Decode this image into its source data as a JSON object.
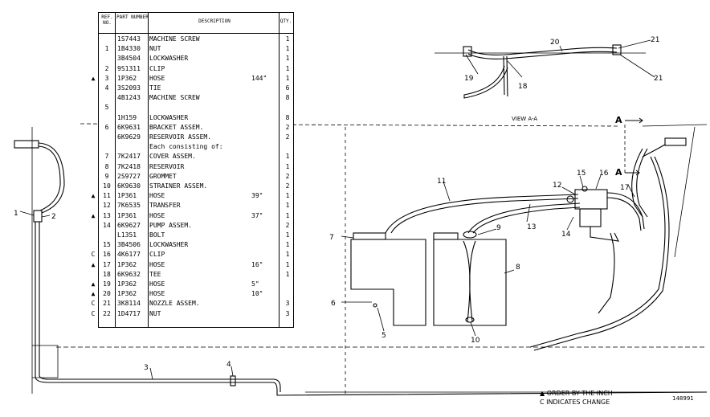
{
  "table": {
    "headers": {
      "ref": "REF. NO.",
      "part": "PART NUMBER",
      "desc": "DESCRIPTION",
      "qty": "QTY."
    },
    "rows": [
      {
        "mark": "",
        "ref": "",
        "part": "1S7443",
        "desc": "MACHINE SCREW",
        "qty": "1"
      },
      {
        "mark": "",
        "ref": "1",
        "part": "1B4330",
        "desc": "NUT",
        "qty": "1"
      },
      {
        "mark": "",
        "ref": "",
        "part": "3B4504",
        "desc": "LOCKWASHER",
        "qty": "1"
      },
      {
        "mark": "",
        "ref": "2",
        "part": "9S1311",
        "desc": "CLIP",
        "qty": "1"
      },
      {
        "mark": "▲",
        "ref": "3",
        "part": "1P362",
        "desc": "HOSE",
        "len": "144\"",
        "qty": "1"
      },
      {
        "mark": "",
        "ref": "4",
        "part": "3S2093",
        "desc": "TIE",
        "qty": "6"
      },
      {
        "mark": "",
        "ref": "",
        "part": "4B1243",
        "desc": "MACHINE SCREW",
        "qty": "8"
      },
      {
        "mark": "",
        "ref": "5",
        "part": "",
        "desc": "",
        "qty": ""
      },
      {
        "mark": "",
        "ref": "",
        "part": "1H159",
        "desc": "LOCKWASHER",
        "qty": "8"
      },
      {
        "mark": "",
        "ref": "6",
        "part": "6K9631",
        "desc": "BRACKET ASSEM.",
        "qty": "2"
      },
      {
        "mark": "",
        "ref": "",
        "part": "6K9629",
        "desc": "RESERVOIR ASSEM.",
        "qty": "2"
      },
      {
        "mark": "",
        "ref": "",
        "part": "",
        "desc": "Each consisting of:",
        "qty": ""
      },
      {
        "mark": "",
        "ref": "7",
        "part": "7K2417",
        "desc": "COVER ASSEM.",
        "qty": "1"
      },
      {
        "mark": "",
        "ref": "8",
        "part": "7K2418",
        "desc": "RESERVOIR",
        "qty": "1"
      },
      {
        "mark": "",
        "ref": "9",
        "part": "2S9727",
        "desc": "GROMMET",
        "qty": "2"
      },
      {
        "mark": "",
        "ref": "10",
        "part": "6K9630",
        "desc": "STRAINER ASSEM.",
        "qty": "2"
      },
      {
        "mark": "▲",
        "ref": "11",
        "part": "1P361",
        "desc": "HOSE",
        "len": "39\"",
        "qty": "1"
      },
      {
        "mark": "",
        "ref": "12",
        "part": "7K6535",
        "desc": "TRANSFER",
        "qty": "1"
      },
      {
        "mark": "▲",
        "ref": "13",
        "part": "1P361",
        "desc": "HOSE",
        "len": "37\"",
        "qty": "1"
      },
      {
        "mark": "",
        "ref": "14",
        "part": "6K9627",
        "desc": "PUMP ASSEM.",
        "qty": "2"
      },
      {
        "mark": "",
        "ref": "",
        "part": "L1351",
        "desc": "BOLT",
        "qty": "1"
      },
      {
        "mark": "",
        "ref": "15",
        "part": "3B4506",
        "desc": "LOCKWASHER",
        "qty": "1"
      },
      {
        "mark": "C",
        "ref": "16",
        "part": "4K6177",
        "desc": "CLIP",
        "qty": "1"
      },
      {
        "mark": "▲",
        "ref": "17",
        "part": "1P362",
        "desc": "HOSE",
        "len": "16\"",
        "qty": "1"
      },
      {
        "mark": "",
        "ref": "18",
        "part": "6K9632",
        "desc": "TEE",
        "qty": "1"
      },
      {
        "mark": "▲",
        "ref": "19",
        "part": "1P362",
        "desc": "HOSE",
        "len": "5\"",
        "qty": ""
      },
      {
        "mark": "▲",
        "ref": "20",
        "part": "1P362",
        "desc": "HOSE",
        "len": "10\"",
        "qty": ""
      },
      {
        "mark": "C",
        "ref": "21",
        "part": "3K8114",
        "desc": "NOZZLE ASSEM.",
        "qty": "3"
      },
      {
        "mark": "C",
        "ref": "22",
        "part": "1D4717",
        "desc": "NUT",
        "qty": "3"
      }
    ]
  },
  "view_label": "VIEW A-A",
  "section_marker": "A",
  "callouts": [
    "1",
    "2",
    "3",
    "4",
    "5",
    "6",
    "7",
    "8",
    "9",
    "10",
    "11",
    "12",
    "13",
    "14",
    "15",
    "16",
    "17",
    "18",
    "19",
    "20",
    "21"
  ],
  "notes": {
    "order": "▲ ORDER BY THE INCH",
    "change": "C INDICATES CHANGE"
  },
  "doc_number": "148991"
}
